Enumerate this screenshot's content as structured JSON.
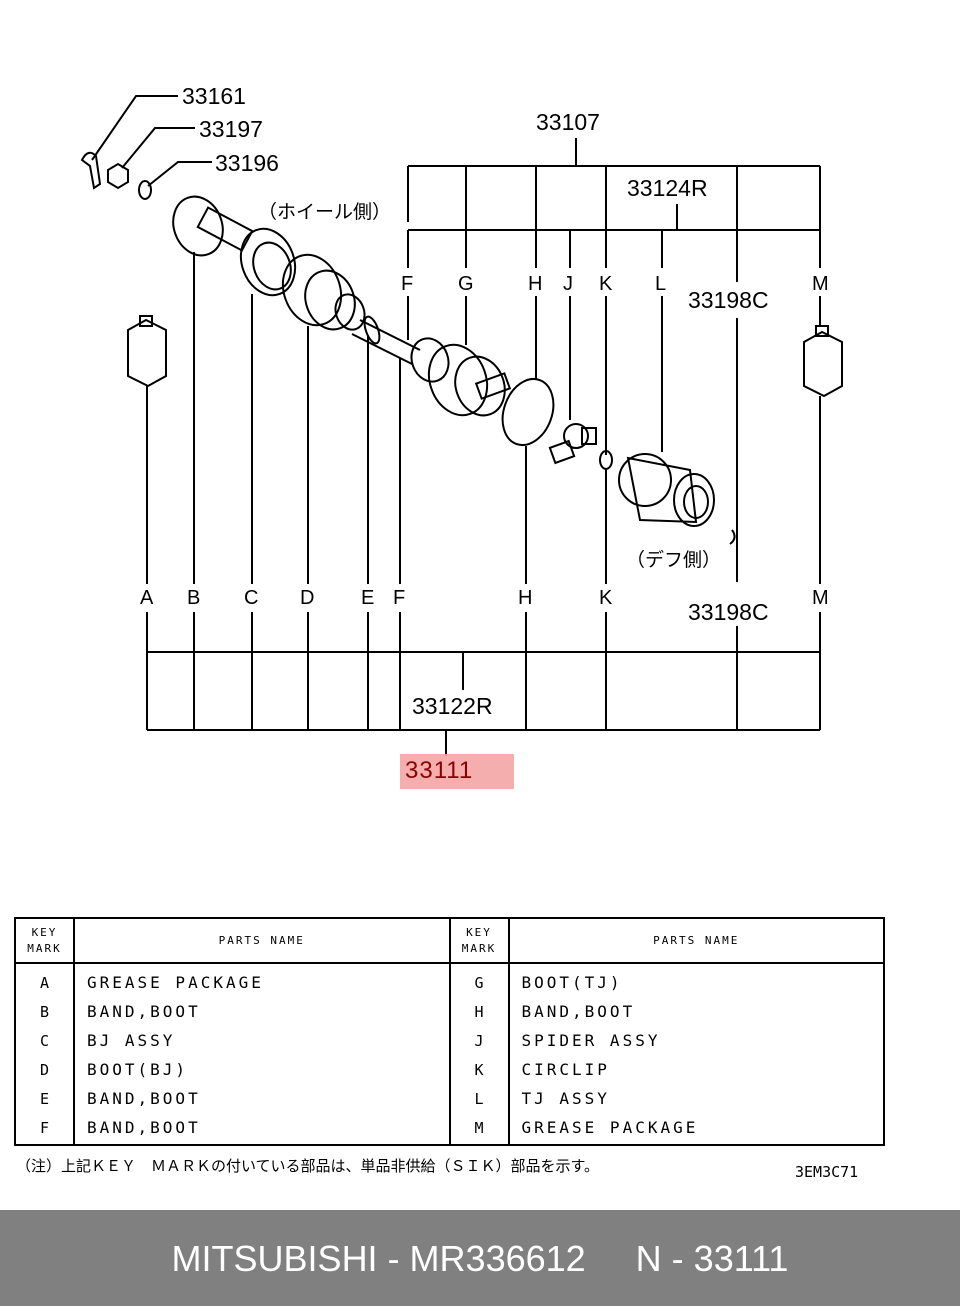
{
  "callouts": {
    "c33161": "33161",
    "c33197": "33197",
    "c33196": "33196",
    "c33107": "33107",
    "c33124R": "33124R",
    "c33198C_top": "33198C",
    "c33198C_bottom": "33198C",
    "c33122R": "33122R",
    "c33111": "33111"
  },
  "annotations": {
    "wheel_side": "（ホイール側）",
    "diff_side": "（デフ側）"
  },
  "upper_marks": [
    "F",
    "G",
    "H",
    "J",
    "K",
    "L",
    "M"
  ],
  "lower_marks": [
    "A",
    "B",
    "C",
    "D",
    "E",
    "F",
    "H",
    "K",
    "M"
  ],
  "table": {
    "headers": {
      "key_mark_1": "KEY",
      "key_mark_2": "MARK",
      "parts_name": "PARTS NAME"
    },
    "left": [
      {
        "key": "A",
        "name": "GREASE PACKAGE"
      },
      {
        "key": "B",
        "name": "BAND,BOOT"
      },
      {
        "key": "C",
        "name": "BJ ASSY"
      },
      {
        "key": "D",
        "name": "BOOT(BJ)"
      },
      {
        "key": "E",
        "name": "BAND,BOOT"
      },
      {
        "key": "F",
        "name": "BAND,BOOT"
      }
    ],
    "right": [
      {
        "key": "G",
        "name": "BOOT(TJ)"
      },
      {
        "key": "H",
        "name": "BAND,BOOT"
      },
      {
        "key": "J",
        "name": "SPIDER ASSY"
      },
      {
        "key": "K",
        "name": "CIRCLIP"
      },
      {
        "key": "L",
        "name": "TJ ASSY"
      },
      {
        "key": "M",
        "name": "GREASE PACKAGE"
      }
    ]
  },
  "note": "（注）上記ＫＥＹ　ＭＡＲＫの付いている部品は、単品非供給（ＳＩＫ）部品を示す。",
  "drawing_code": "3EM3C71",
  "footer": "MITSUBISHI - MR336612     N - 33111",
  "colors": {
    "highlight": "#f4a5a5",
    "highlight_text": "#8b0000",
    "footer_bg": "#808080"
  }
}
